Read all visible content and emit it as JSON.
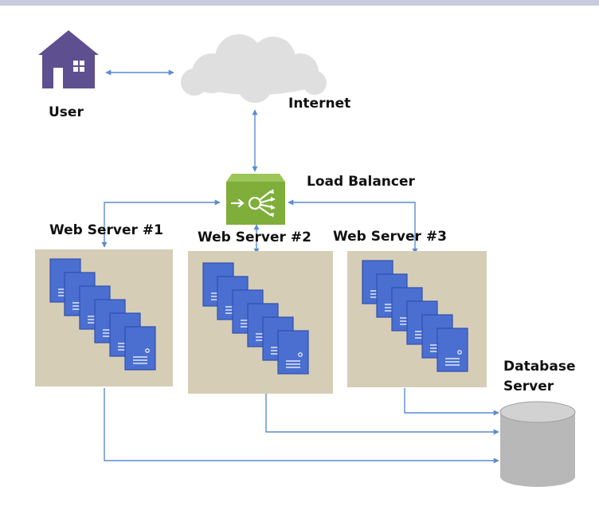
{
  "labels": {
    "user": "User",
    "internet": "Internet",
    "load_balancer": "Load Balancer",
    "web_server_1": "Web Server #1",
    "web_server_2": "Web Server #2",
    "web_server_3": "Web Server #3",
    "database_line1": "Database",
    "database_line2": "Server"
  },
  "colors": {
    "frame_bar": "#c7ccdb",
    "connector": "#5b8ccf",
    "server_panel": "#d6cdb6",
    "server_icon": "#4a6fd1",
    "server_icon_edge": "#2f4fae",
    "load_balancer": "#7fae3a",
    "house": "#5e4f90",
    "cloud": "#dfdfdf",
    "database": "#b8b8b8"
  },
  "icons": [
    "house-icon",
    "cloud-icon",
    "load-balancer-icon",
    "server-stack-icon",
    "database-icon"
  ]
}
